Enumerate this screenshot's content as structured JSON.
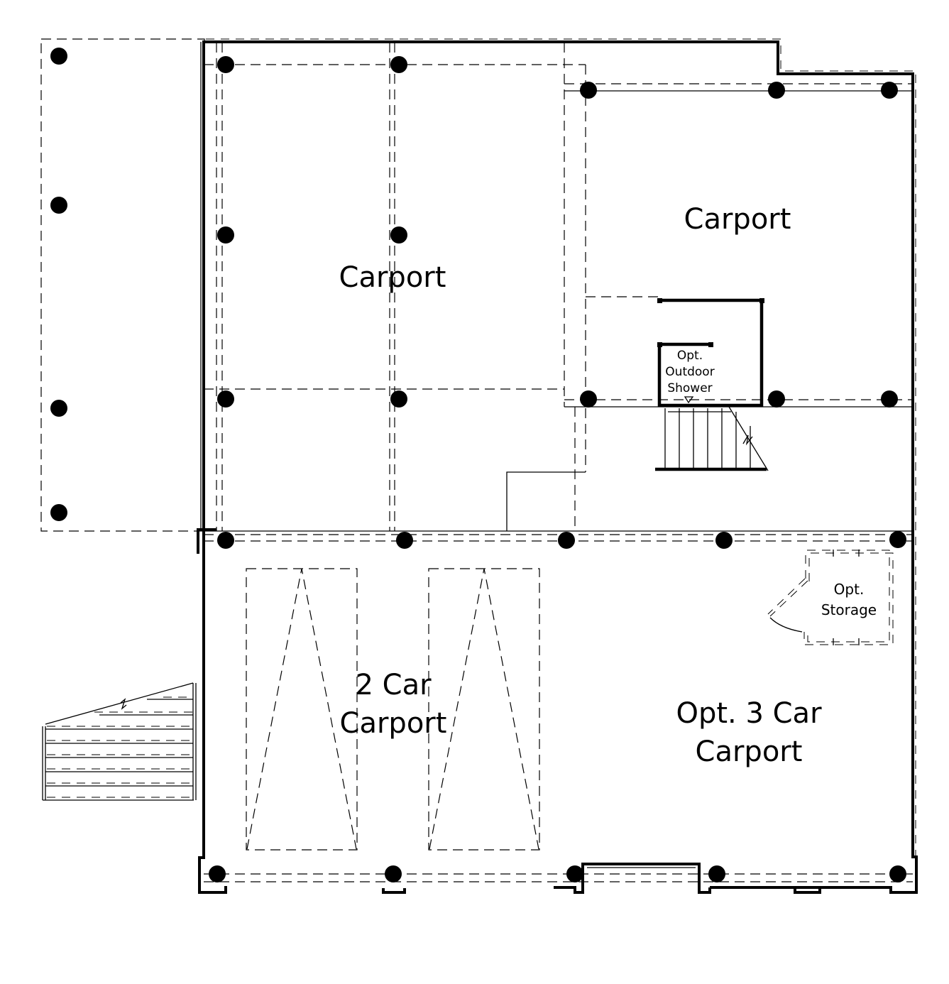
{
  "plan": {
    "rooms": [
      {
        "id": "carport-left",
        "lines": [
          "Carport"
        ]
      },
      {
        "id": "carport-right",
        "lines": [
          "Carport"
        ]
      },
      {
        "id": "two-car-carport",
        "lines": [
          "2 Car",
          "Carport"
        ]
      },
      {
        "id": "opt-three-car-carport",
        "lines": [
          "Opt. 3 Car",
          "Carport"
        ]
      },
      {
        "id": "opt-storage",
        "lines": [
          "Opt.",
          "Storage"
        ]
      },
      {
        "id": "opt-outdoor-shower",
        "lines": [
          "Opt.",
          "Outdoor",
          "Shower"
        ]
      }
    ],
    "colors": {
      "ink": "#000000",
      "paper": "#ffffff"
    }
  }
}
